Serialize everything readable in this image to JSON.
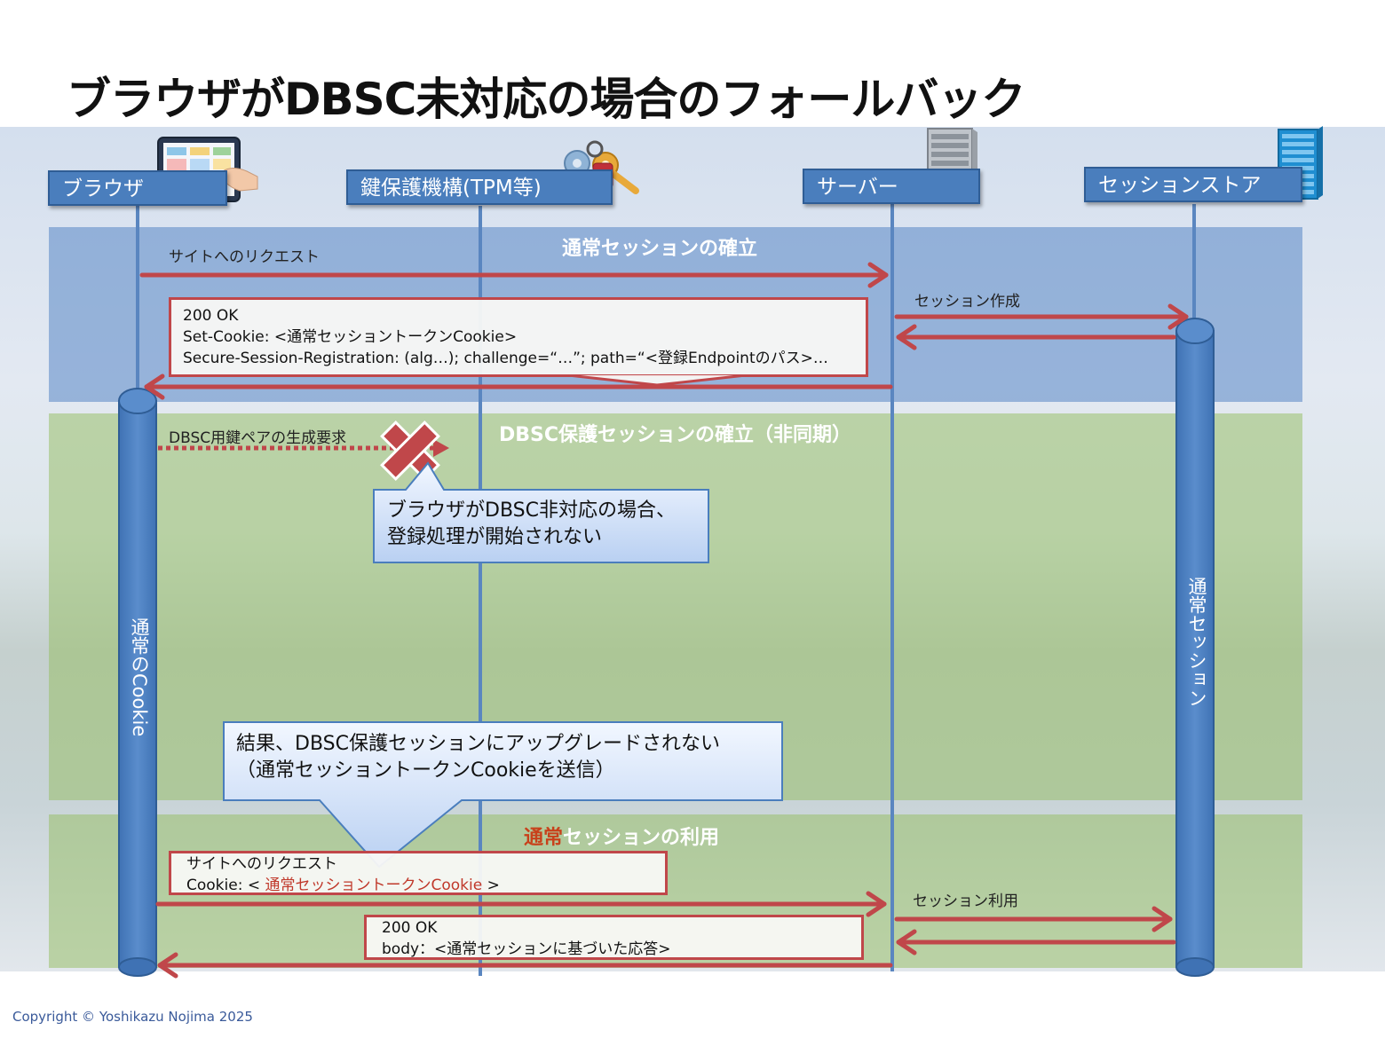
{
  "title": "ブラウザがDBSC未対応の場合のフォールバック",
  "actors": {
    "browser": "ブラウザ",
    "keystore": "鍵保護機構(TPM等)",
    "server": "サーバー",
    "session_store": "セッションストア"
  },
  "sections": {
    "s1": "通常セッションの確立",
    "s2": "DBSC保護セッションの確立（非同期）",
    "s3_highlight": "通常",
    "s3_rest": "セッションの利用"
  },
  "messages": {
    "site_request": "サイトへのリクエスト",
    "session_create": "セッション作成",
    "keygen_request": "DBSC用鍵ペアの生成要求",
    "session_use": "セッション利用"
  },
  "response1": {
    "line1": "200 OK",
    "line2": "Set-Cookie: <通常セッショントークンCookie>",
    "line3": "Secure-Session-Registration: (alg…); challenge=“…”; path=“<登録Endpointのパス>…"
  },
  "callout1": {
    "line1": "ブラウザがDBSC非対応の場合、",
    "line2": "登録処理が開始されない"
  },
  "callout2": {
    "line1": "結果、DBSC保護セッションにアップグレードされない",
    "line2": "（通常セッショントークンCookieを送信）"
  },
  "request2": {
    "line1": "サイトへのリクエスト",
    "line2_prefix": "Cookie: < ",
    "line2_token": "通常セッショントークンCookie",
    "line2_suffix": " >"
  },
  "response2": {
    "line1": "200 OK",
    "line2": "body：<通常セッションに基づいた応答>"
  },
  "activations": {
    "browser": "通常のCookie",
    "store": "通常セッション"
  },
  "copyright": "Copyright © Yoshikazu Nojima 2025",
  "colors": {
    "arrow": "#c0474a",
    "actor": "#4a7ebd",
    "lifeline": "#5a86c0",
    "highlight": "#c8401a"
  },
  "icons": [
    "tablet-icon",
    "keys-icon",
    "server-rack-icon",
    "storage-rack-icon",
    "cross-icon"
  ]
}
